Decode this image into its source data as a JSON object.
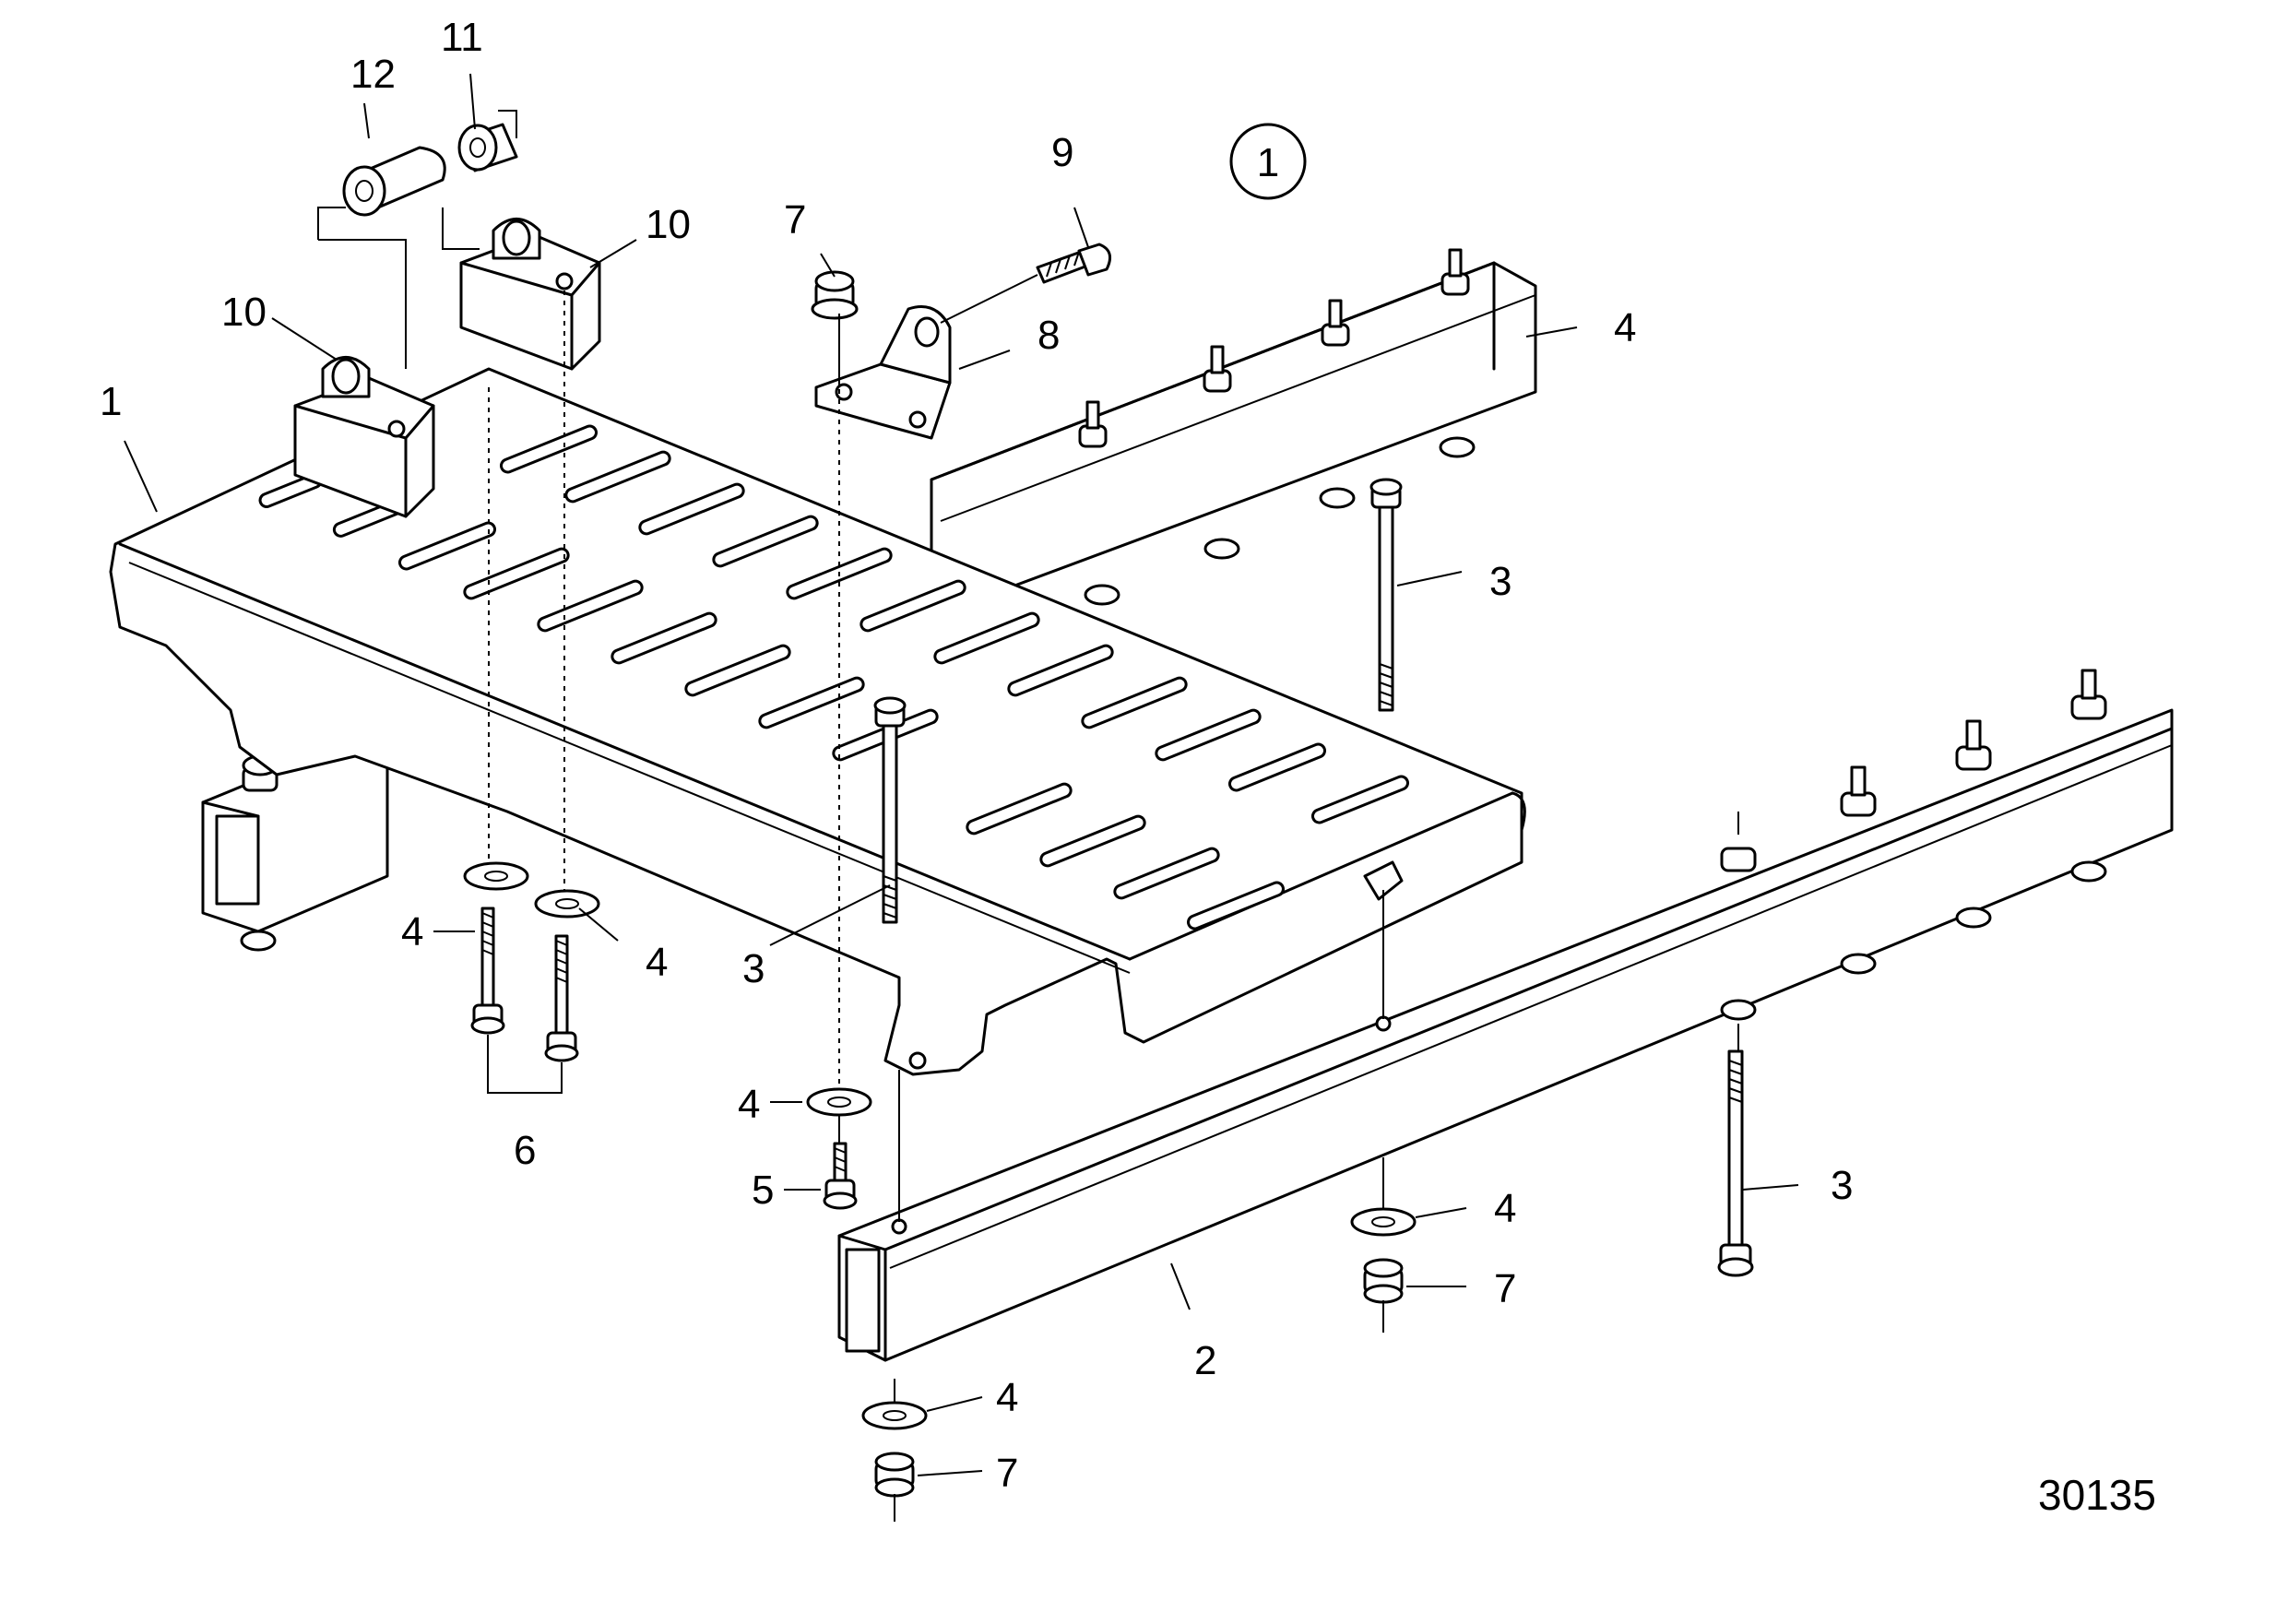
{
  "diagram": {
    "view_marker": "1",
    "document_number": "30135",
    "callouts": [
      {
        "id": "c-1",
        "text": "1"
      },
      {
        "id": "c-2",
        "text": "2"
      },
      {
        "id": "c-3a",
        "text": "3"
      },
      {
        "id": "c-3b",
        "text": "3"
      },
      {
        "id": "c-3c",
        "text": "3"
      },
      {
        "id": "c-4a",
        "text": "4"
      },
      {
        "id": "c-4b",
        "text": "4"
      },
      {
        "id": "c-4c",
        "text": "4"
      },
      {
        "id": "c-4d",
        "text": "4"
      },
      {
        "id": "c-4e",
        "text": "4"
      },
      {
        "id": "c-4f",
        "text": "4"
      },
      {
        "id": "c-5",
        "text": "5"
      },
      {
        "id": "c-6",
        "text": "6"
      },
      {
        "id": "c-7a",
        "text": "7"
      },
      {
        "id": "c-7b",
        "text": "7"
      },
      {
        "id": "c-7c",
        "text": "7"
      },
      {
        "id": "c-8",
        "text": "8"
      },
      {
        "id": "c-9",
        "text": "9"
      },
      {
        "id": "c-10a",
        "text": "10"
      },
      {
        "id": "c-10b",
        "text": "10"
      },
      {
        "id": "c-11",
        "text": "11"
      },
      {
        "id": "c-12",
        "text": "12"
      }
    ]
  }
}
